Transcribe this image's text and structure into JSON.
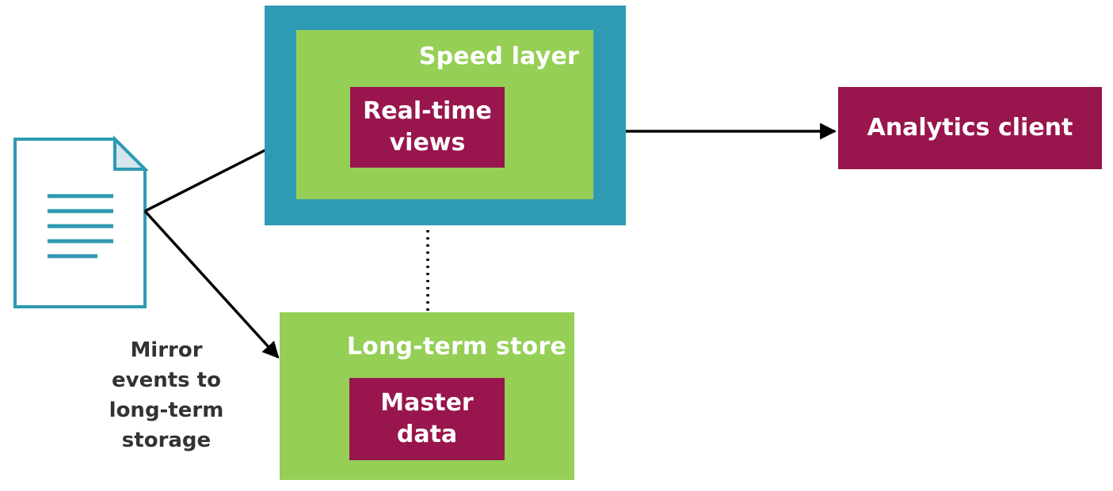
{
  "speed_layer": {
    "title": "Speed layer",
    "views_line1": "Real-time",
    "views_line2": "views"
  },
  "long_term_store": {
    "title": "Long-term store",
    "data_line1": "Master",
    "data_line2": "data"
  },
  "analytics_client": {
    "label": "Analytics client"
  },
  "caption": {
    "line1": "Mirror",
    "line2": "events to",
    "line3": "long-term",
    "line4": "storage"
  },
  "icons": {
    "source": "document-icon"
  },
  "colors": {
    "teal": "#2f9ab3",
    "green": "#95cf56",
    "maroon": "#98154d",
    "caption": "#333333",
    "arrow": "#000000"
  }
}
